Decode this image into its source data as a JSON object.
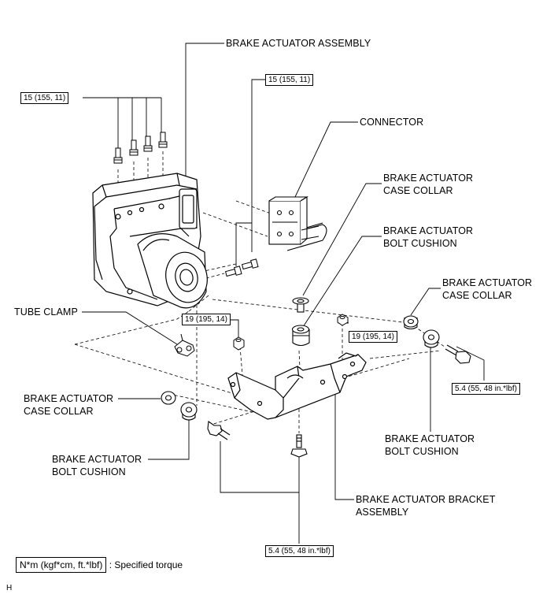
{
  "labels": {
    "brake_actuator_assembly": "BRAKE ACTUATOR ASSEMBLY",
    "connector": "CONNECTOR",
    "case_collar_top": [
      "BRAKE ACTUATOR",
      "CASE COLLAR"
    ],
    "bolt_cushion_top": [
      "BRAKE ACTUATOR",
      "BOLT CUSHION"
    ],
    "case_collar_right": [
      "BRAKE ACTUATOR",
      "CASE COLLAR"
    ],
    "tube_clamp": "TUBE CLAMP",
    "case_collar_left": [
      "BRAKE ACTUATOR",
      "CASE COLLAR"
    ],
    "bolt_cushion_left": [
      "BRAKE ACTUATOR",
      "BOLT CUSHION"
    ],
    "bolt_cushion_right": [
      "BRAKE ACTUATOR",
      "BOLT CUSHION"
    ],
    "bracket_assembly": [
      "BRAKE ACTUATOR BRACKET",
      "ASSEMBLY"
    ]
  },
  "torques": {
    "tube_left": "15 (155, 11)",
    "tube_right": "15 (155, 11)",
    "nut_left": "19 (195, 14)",
    "nut_right": "19 (195, 14)",
    "bolt_right": "5.4 (55, 48 in.*lbf)",
    "bolt_bottom": "5.4 (55, 48 in.*lbf)"
  },
  "legend": {
    "unit_box": "N*m (kgf*cm, ft.*lbf)",
    "text": ": Specified torque"
  },
  "figure_code": "H"
}
